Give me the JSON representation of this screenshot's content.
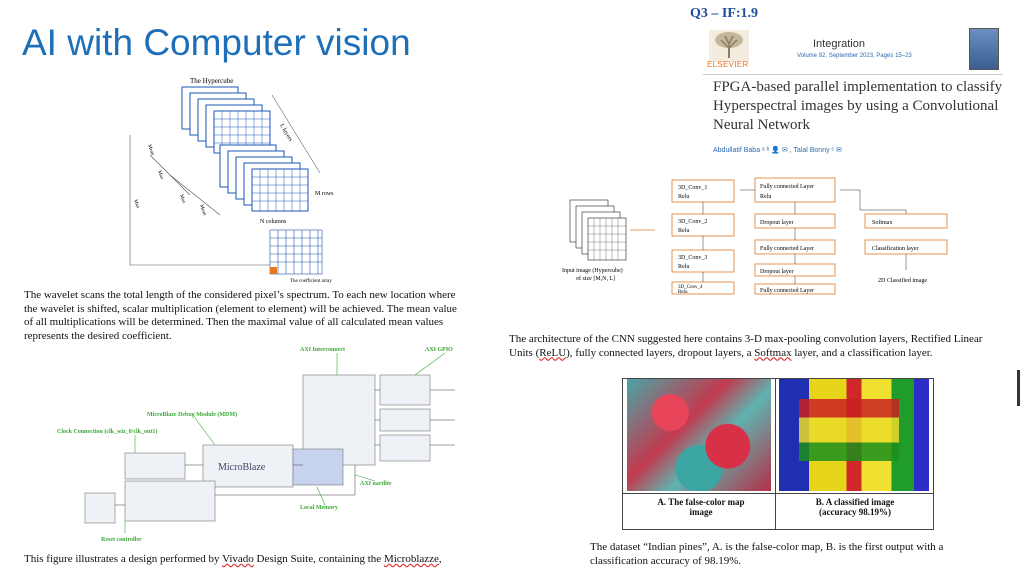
{
  "slide": {
    "title": "AI with Computer vision",
    "badge": "Q3 – IF:1.9"
  },
  "journal": {
    "publisher": "ELSEVIER",
    "name": "Integration",
    "volume": "Volume 92, September 2023, Pages 15–23"
  },
  "paper": {
    "title": "FPGA-based parallel implementation to classify Hyperspectral images by using a Convolutional Neural Network",
    "authors": "Abdullatif Baba ᵃ ᵇ 👤 ✉ , Talal Bonny ᶜ ✉"
  },
  "hypercube_figure": {
    "title": "The Hypercube",
    "labels": [
      "L layers",
      "M rows",
      "N columns",
      "The coefficient array",
      "Max",
      "Max",
      "Max",
      "Mean",
      "Mean"
    ]
  },
  "cnn_figure": {
    "input_label": "Input image (Hypercube)",
    "input_size": "of size [M,N, L]",
    "col1": [
      {
        "name": "3D_Conv_1",
        "act": "Relu"
      },
      {
        "name": "3D_Conv_2",
        "act": "Relu"
      },
      {
        "name": "3D_Conv_3",
        "act": "Relu"
      },
      {
        "name": "3D_Conv_4",
        "act": "Relu"
      }
    ],
    "col2": [
      "Fully connected Layer",
      "Relu",
      "Dropout layer",
      "Fully connected Layer",
      "Dropout layer",
      "Fully connected Layer"
    ],
    "col3": [
      "Softmax",
      "Classification layer"
    ],
    "output_label": "2D Classified image"
  },
  "vivado_figure": {
    "labels": {
      "axi_interconnect": "AXI Interconnect",
      "axi_gpio": "AXI GPIO",
      "mdm": "MicroBlaze Debug Module (MDM)",
      "clock": "Clock Connection (clk_wiz_0/clk_out1)",
      "microblaze": "MicroBlaze",
      "axi_uartlite": "AXI uartlite",
      "local_memory": "Local Memory",
      "reset": "Reset controller"
    }
  },
  "dataset_figure": {
    "caption_a_1": "A.  The false-color map",
    "caption_a_2": "image",
    "caption_b_1": "B.   A classified image",
    "caption_b_2": "(accuracy 98.19%)"
  },
  "text": {
    "wavelet": "The wavelet scans the total length of the considered pixel’s spectrum. To each new location where the wavelet is shifted, scalar multiplication (element to element) will be achieved. The mean value of all multiplications will be determined. Then the maximal value of all calculated mean values represents the desired coefficient.",
    "cnn_1": "The architecture of the CNN suggested here contains 3-D max-pooling convolution layers, Rectified Linear Units (",
    "cnn_relu": "ReLU",
    "cnn_2": "), fully connected layers, dropout layers, a ",
    "cnn_softmax": "Softmax",
    "cnn_3": " layer, and a classification layer.",
    "vivado_1": "This figure illustrates a design performed by ",
    "vivado_link": "Vivado",
    "vivado_2": " Design Suite, containing the ",
    "vivado_mb": "Microblazze",
    "vivado_3": ",",
    "dataset": "The dataset “Indian pines”, A. is the false-color map, B. is the first output with a classification accuracy of 98.19%."
  }
}
